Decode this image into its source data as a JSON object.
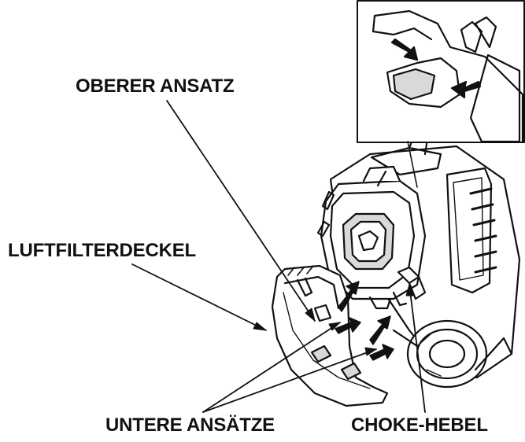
{
  "callouts": {
    "upper_tab": "OBERER ANSATZ",
    "filter_cover": "LUFTFILTERDECKEL",
    "lower_tabs": "UNTERE ANSÄTZE",
    "choke_lever": "CHOKE-HEBEL"
  },
  "colors": {
    "line": "#111111",
    "paper": "#ffffff",
    "shade": "#d9d9d9"
  }
}
